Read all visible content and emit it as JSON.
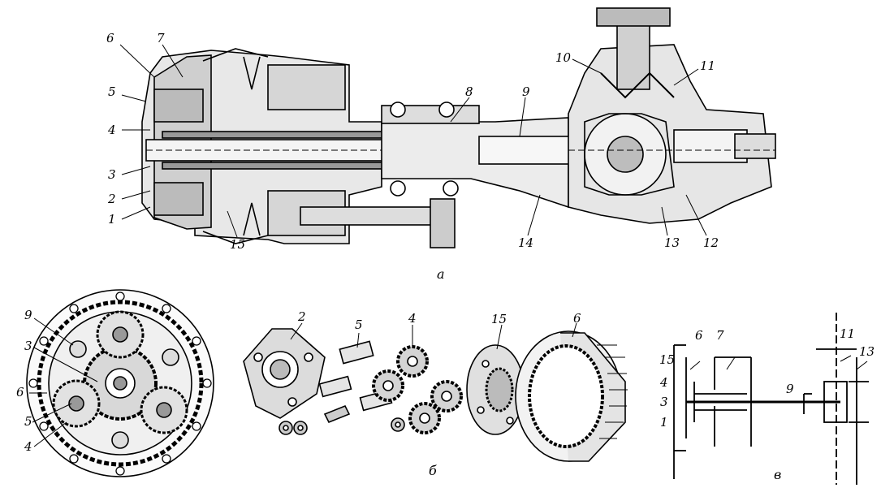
{
  "main_view": {
    "labels": [
      "1",
      "2",
      "3",
      "4",
      "5",
      "6",
      "7",
      "8",
      "9",
      "10",
      "11",
      "12",
      "13",
      "14",
      "15"
    ],
    "caption": "a"
  },
  "planetary_view": {
    "labels": [
      "9",
      "3",
      "6",
      "5",
      "4"
    ]
  },
  "exploded_view": {
    "labels": [
      "2",
      "5",
      "4",
      "15",
      "6"
    ],
    "caption": "б"
  },
  "kinematic_view": {
    "labels": [
      "6",
      "7",
      "11",
      "13",
      "15",
      "4",
      "3",
      "1",
      "9"
    ],
    "caption": "в"
  }
}
